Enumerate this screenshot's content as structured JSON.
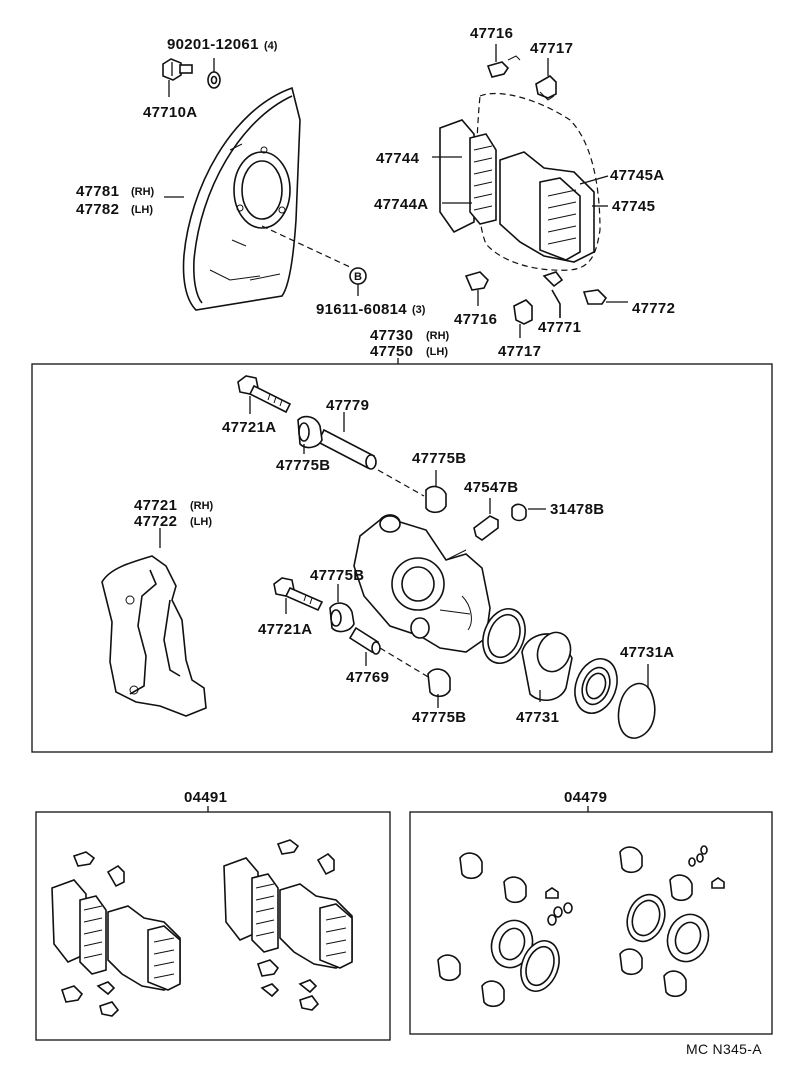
{
  "diagram": {
    "labels": {
      "p90201": "90201-12061",
      "p90201_qty": "(4)",
      "p47710A": "47710A",
      "p47781": "47781",
      "p47781_side": "(RH)",
      "p47782": "47782",
      "p47782_side": "(LH)",
      "p91611": "91611-60814",
      "p91611_qty": "(3)",
      "ref_b": "B",
      "p47716_top": "47716",
      "p47717_top": "47717",
      "p47744": "47744",
      "p47744A": "47744A",
      "p47745A": "47745A",
      "p47745": "47745",
      "p47716_bot": "47716",
      "p47771": "47771",
      "p47772": "47772",
      "p47717_bot": "47717",
      "p47730": "47730",
      "p47730_side": "(RH)",
      "p47750": "47750",
      "p47750_side": "(LH)",
      "p47721A_top": "47721A",
      "p47779": "47779",
      "p47775B_a": "47775B",
      "p47775B_b": "47775B",
      "p47547B": "47547B",
      "p31478B": "31478B",
      "p47721": "47721",
      "p47721_side": "(RH)",
      "p47722": "47722",
      "p47722_side": "(LH)",
      "p47775B_c": "47775B",
      "p47721A_bot": "47721A",
      "p47769": "47769",
      "p47775B_d": "47775B",
      "p47731A": "47731A",
      "p47731": "47731",
      "p04491": "04491",
      "p04479": "04479",
      "footer": "MC N345-A"
    }
  }
}
